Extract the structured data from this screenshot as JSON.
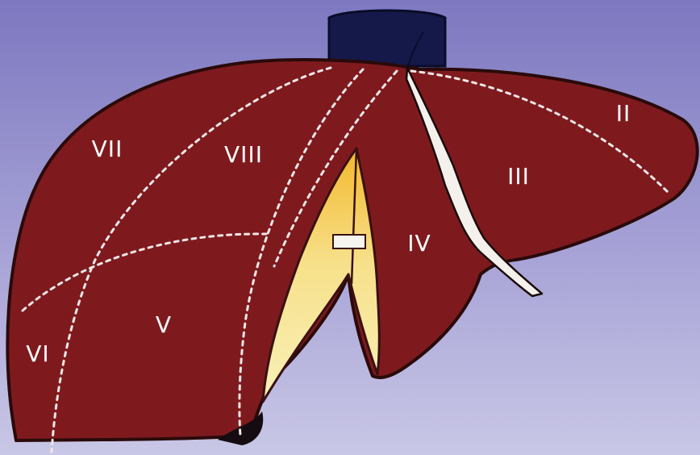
{
  "diagram": {
    "segments": [
      {
        "id": "segment-II",
        "label": "II"
      },
      {
        "id": "segment-III",
        "label": "III"
      },
      {
        "id": "segment-IV",
        "label": "IV"
      },
      {
        "id": "segment-V",
        "label": "V"
      },
      {
        "id": "segment-VI",
        "label": "VI"
      },
      {
        "id": "segment-VII",
        "label": "VII"
      },
      {
        "id": "segment-VIII",
        "label": "VIII"
      }
    ]
  },
  "colors": {
    "background_top": "#7d78c0",
    "background_bottom": "#c9c7e6",
    "liver": "#7e1a1e",
    "liver_outline": "#2a0a0a",
    "vena_cava": "#15194a",
    "gallbladder_top": "#f2b82c",
    "gallbladder_bottom": "#f8f1b8",
    "ligament": "#f4f1ec",
    "segment_lines": "#f3e6e6"
  }
}
